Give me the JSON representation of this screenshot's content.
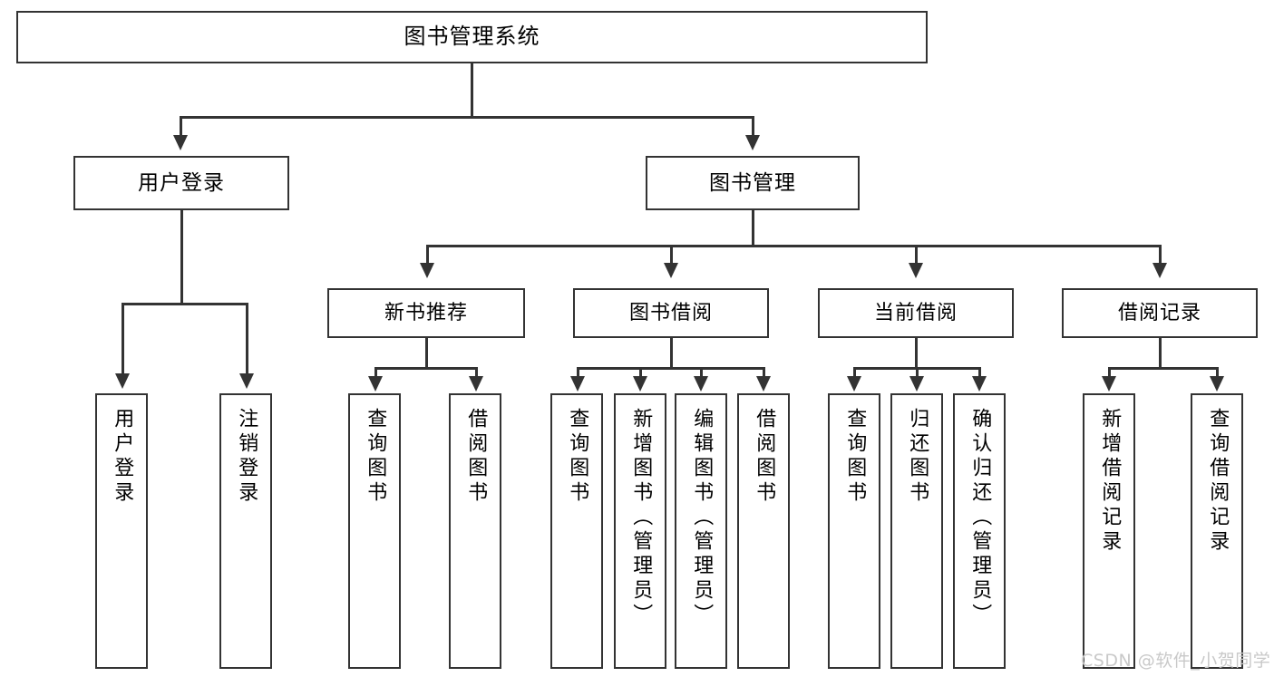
{
  "diagram": {
    "title": "图书管理系统",
    "type": "功能结构图",
    "watermark": "CSDN @软件_小贺同学",
    "colors": {
      "line": "#333333",
      "box_fill": "#ffffff",
      "text": "#000000",
      "watermark": "#c9c9c9"
    }
  },
  "nodes": {
    "root": {
      "label": "图书管理系统"
    },
    "level1": [
      {
        "label": "用户登录"
      },
      {
        "label": "图书管理"
      }
    ],
    "level2": [
      {
        "label": "新书推荐"
      },
      {
        "label": "图书借阅"
      },
      {
        "label": "当前借阅"
      },
      {
        "label": "借阅记录"
      }
    ],
    "leaves": {
      "user_login": [
        {
          "label": "用户登录"
        },
        {
          "label": "注销登录"
        }
      ],
      "new_book": [
        {
          "label": "查询图书"
        },
        {
          "label": "借阅图书"
        }
      ],
      "book_borrow": [
        {
          "label": "查询图书"
        },
        {
          "label": "新增图书（管理员）"
        },
        {
          "label": "编辑图书（管理员）"
        },
        {
          "label": "借阅图书"
        }
      ],
      "current_borrow": [
        {
          "label": "查询图书"
        },
        {
          "label": "归还图书"
        },
        {
          "label": "确认归还（管理员）"
        }
      ],
      "borrow_record": [
        {
          "label": "新增借阅记录"
        },
        {
          "label": "查询借阅记录"
        }
      ]
    }
  }
}
